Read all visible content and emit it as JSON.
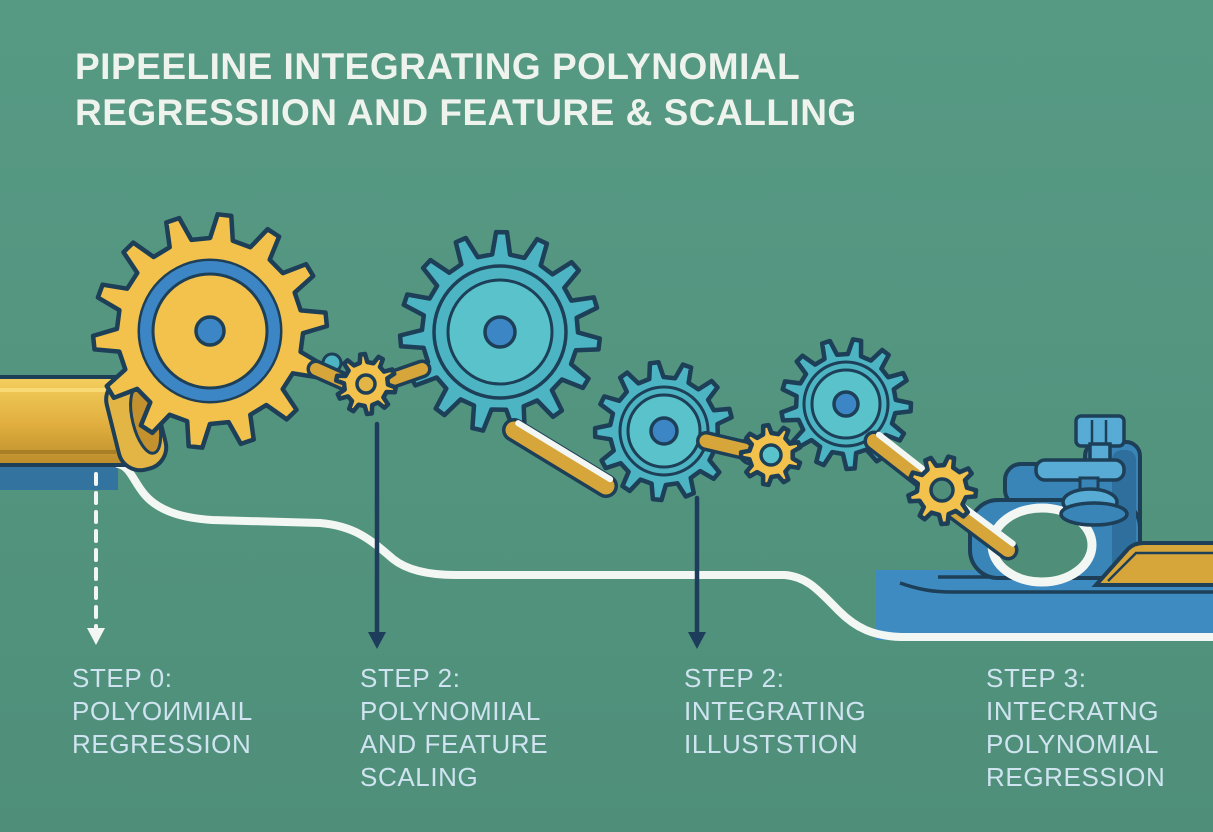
{
  "title": {
    "line1": "PIPEELINE INTEGRATING POLYNOMIAL",
    "line2": "REGRESSIION AND FEATURE & SCALLING"
  },
  "steps": [
    {
      "heading": "STEP 0:",
      "lines": [
        "POLYOИMIAIL",
        "REGRESSION"
      ]
    },
    {
      "heading": "STEP 2:",
      "lines": [
        "POLYNOMIIAL",
        "AND FEATURE",
        "SCALING"
      ]
    },
    {
      "heading": "STEP 2:",
      "lines": [
        "INTEGRATING",
        "ILLUSTSTION"
      ]
    },
    {
      "heading": "STEP 3:",
      "lines": [
        "INTECRATNG",
        "POLYNOMIAL",
        "REGRESSION"
      ]
    }
  ],
  "icons": {
    "scene": "gears-pipeline-illustration",
    "left": "input-pipe-icon",
    "gears": [
      "gear-icon-large-yellow",
      "gear-icon-small-yellow-1",
      "gear-icon-large-teal",
      "gear-icon-medium-teal",
      "gear-icon-small-yellow-2",
      "gear-icon-medium-teal-2",
      "gear-icon-small-yellow-3"
    ],
    "right": "clamp-machine-icon",
    "arrows": [
      "dashed-down-arrow",
      "solid-down-arrow",
      "solid-down-arrow"
    ]
  },
  "colors": {
    "green_top": "#579a84",
    "green_bottom": "#4f8f7a",
    "water_blue": "#3d8bc1",
    "water_shadow": "#32749f",
    "outline_navy": "#1d3f57",
    "gear_yellow": "#f2c24d",
    "gear_teal": "#4cb4c3",
    "gear_teal_light": "#5ac2cb",
    "hub_blue": "#3d86c5",
    "rod_gold": "#d7a63a",
    "pipe_gold": "#e3b544",
    "pipe_gold_dark": "#c3922f",
    "machine_blue": "#3a85b8",
    "machine_blue_light": "#57abd4",
    "line_white": "#f3f7f4",
    "title_text": "#eff3ee",
    "step_text": "#cfe4f0",
    "arrow_navy": "#1e3d5c"
  }
}
